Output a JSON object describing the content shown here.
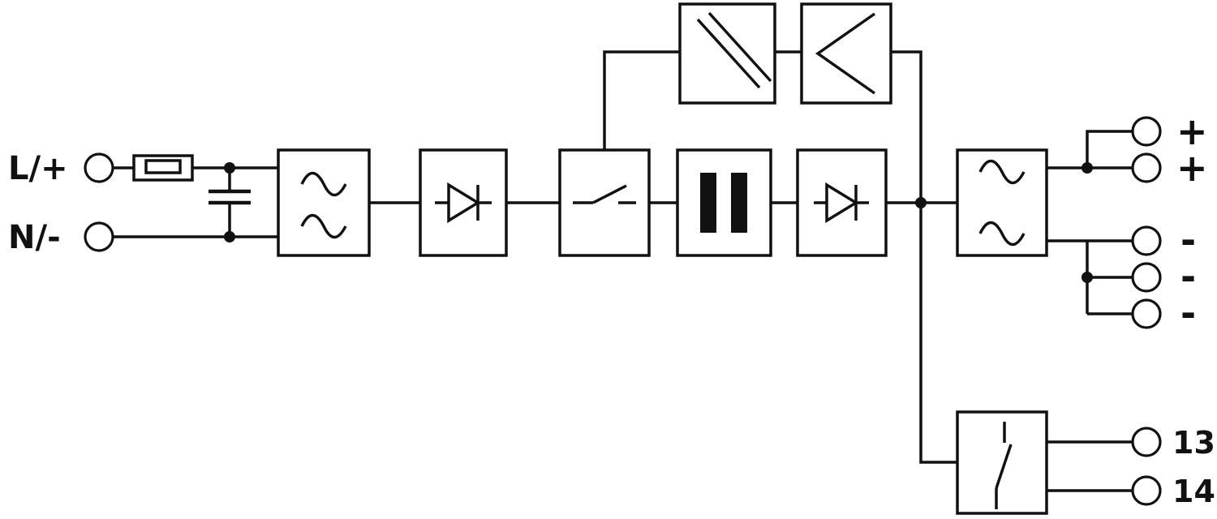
{
  "diagram": {
    "type": "power-supply-block-diagram",
    "colors": {
      "line": "#111111",
      "background": "#ffffff"
    },
    "labels": {
      "input_l": "L/+",
      "input_n": "N/-",
      "out_plus_1": "+",
      "out_plus_2": "+",
      "out_minus_1": "-",
      "out_minus_2": "-",
      "out_minus_3": "-",
      "relay_13": "13",
      "relay_14": "14"
    },
    "input_components": [
      {
        "name": "fuse",
        "icon": "fuse-icon"
      },
      {
        "name": "capacitor",
        "icon": "capacitor-icon"
      }
    ],
    "stages": [
      {
        "name": "input-filter",
        "icon": "sine-filter-icon"
      },
      {
        "name": "input-rectifier",
        "icon": "diode-icon"
      },
      {
        "name": "switching-stage",
        "icon": "switch-icon"
      },
      {
        "name": "transformer",
        "icon": "transformer-windings-icon"
      },
      {
        "name": "output-rectifier",
        "icon": "diode-icon"
      },
      {
        "name": "output-filter",
        "icon": "sine-filter-icon"
      }
    ],
    "feedback_path": [
      {
        "name": "isolation-converter",
        "icon": "diagonal-isolation-icon"
      },
      {
        "name": "feedback-amplifier",
        "icon": "chevron-left-icon"
      }
    ],
    "relay_stage": {
      "name": "signal-relay-contact",
      "icon": "relay-contact-icon"
    }
  }
}
